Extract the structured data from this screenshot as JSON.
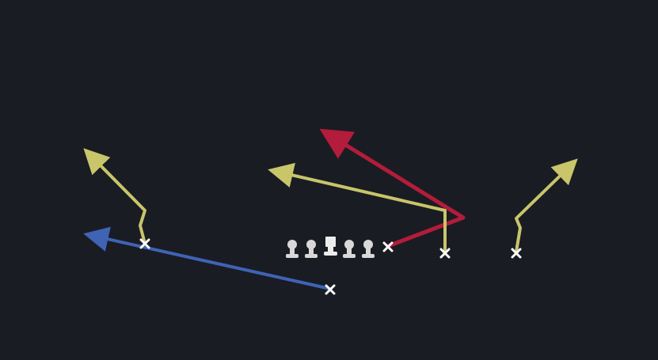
{
  "diagram": {
    "kind": "football-play",
    "background": "#1a1c23",
    "colors": {
      "route_yellow": "#c8c56a",
      "route_red": "#b31c3a",
      "route_blue": "#3f63b5",
      "player_marker": "#ffffff",
      "lineman": "#d8d8d8"
    },
    "players": [
      {
        "id": "x-left-receiver",
        "marker": "x"
      },
      {
        "id": "x-back",
        "marker": "x"
      },
      {
        "id": "x-tight-end",
        "marker": "x"
      },
      {
        "id": "x-slot-receiver",
        "marker": "x"
      },
      {
        "id": "x-right-receiver",
        "marker": "x"
      }
    ],
    "linemen": [
      {
        "id": "left-tackle",
        "marker": "lineman"
      },
      {
        "id": "left-guard",
        "marker": "lineman"
      },
      {
        "id": "center",
        "marker": "center"
      },
      {
        "id": "right-guard",
        "marker": "lineman"
      },
      {
        "id": "right-tackle",
        "marker": "lineman"
      }
    ],
    "routes": [
      {
        "id": "route-left-receiver",
        "color": "route_yellow",
        "arrow": true
      },
      {
        "id": "route-back",
        "color": "route_blue",
        "arrow": true
      },
      {
        "id": "route-tight-end",
        "color": "route_red",
        "arrow": true
      },
      {
        "id": "route-slot-receiver",
        "color": "route_yellow",
        "arrow": true
      },
      {
        "id": "route-right-receiver",
        "color": "route_yellow",
        "arrow": true
      }
    ]
  }
}
